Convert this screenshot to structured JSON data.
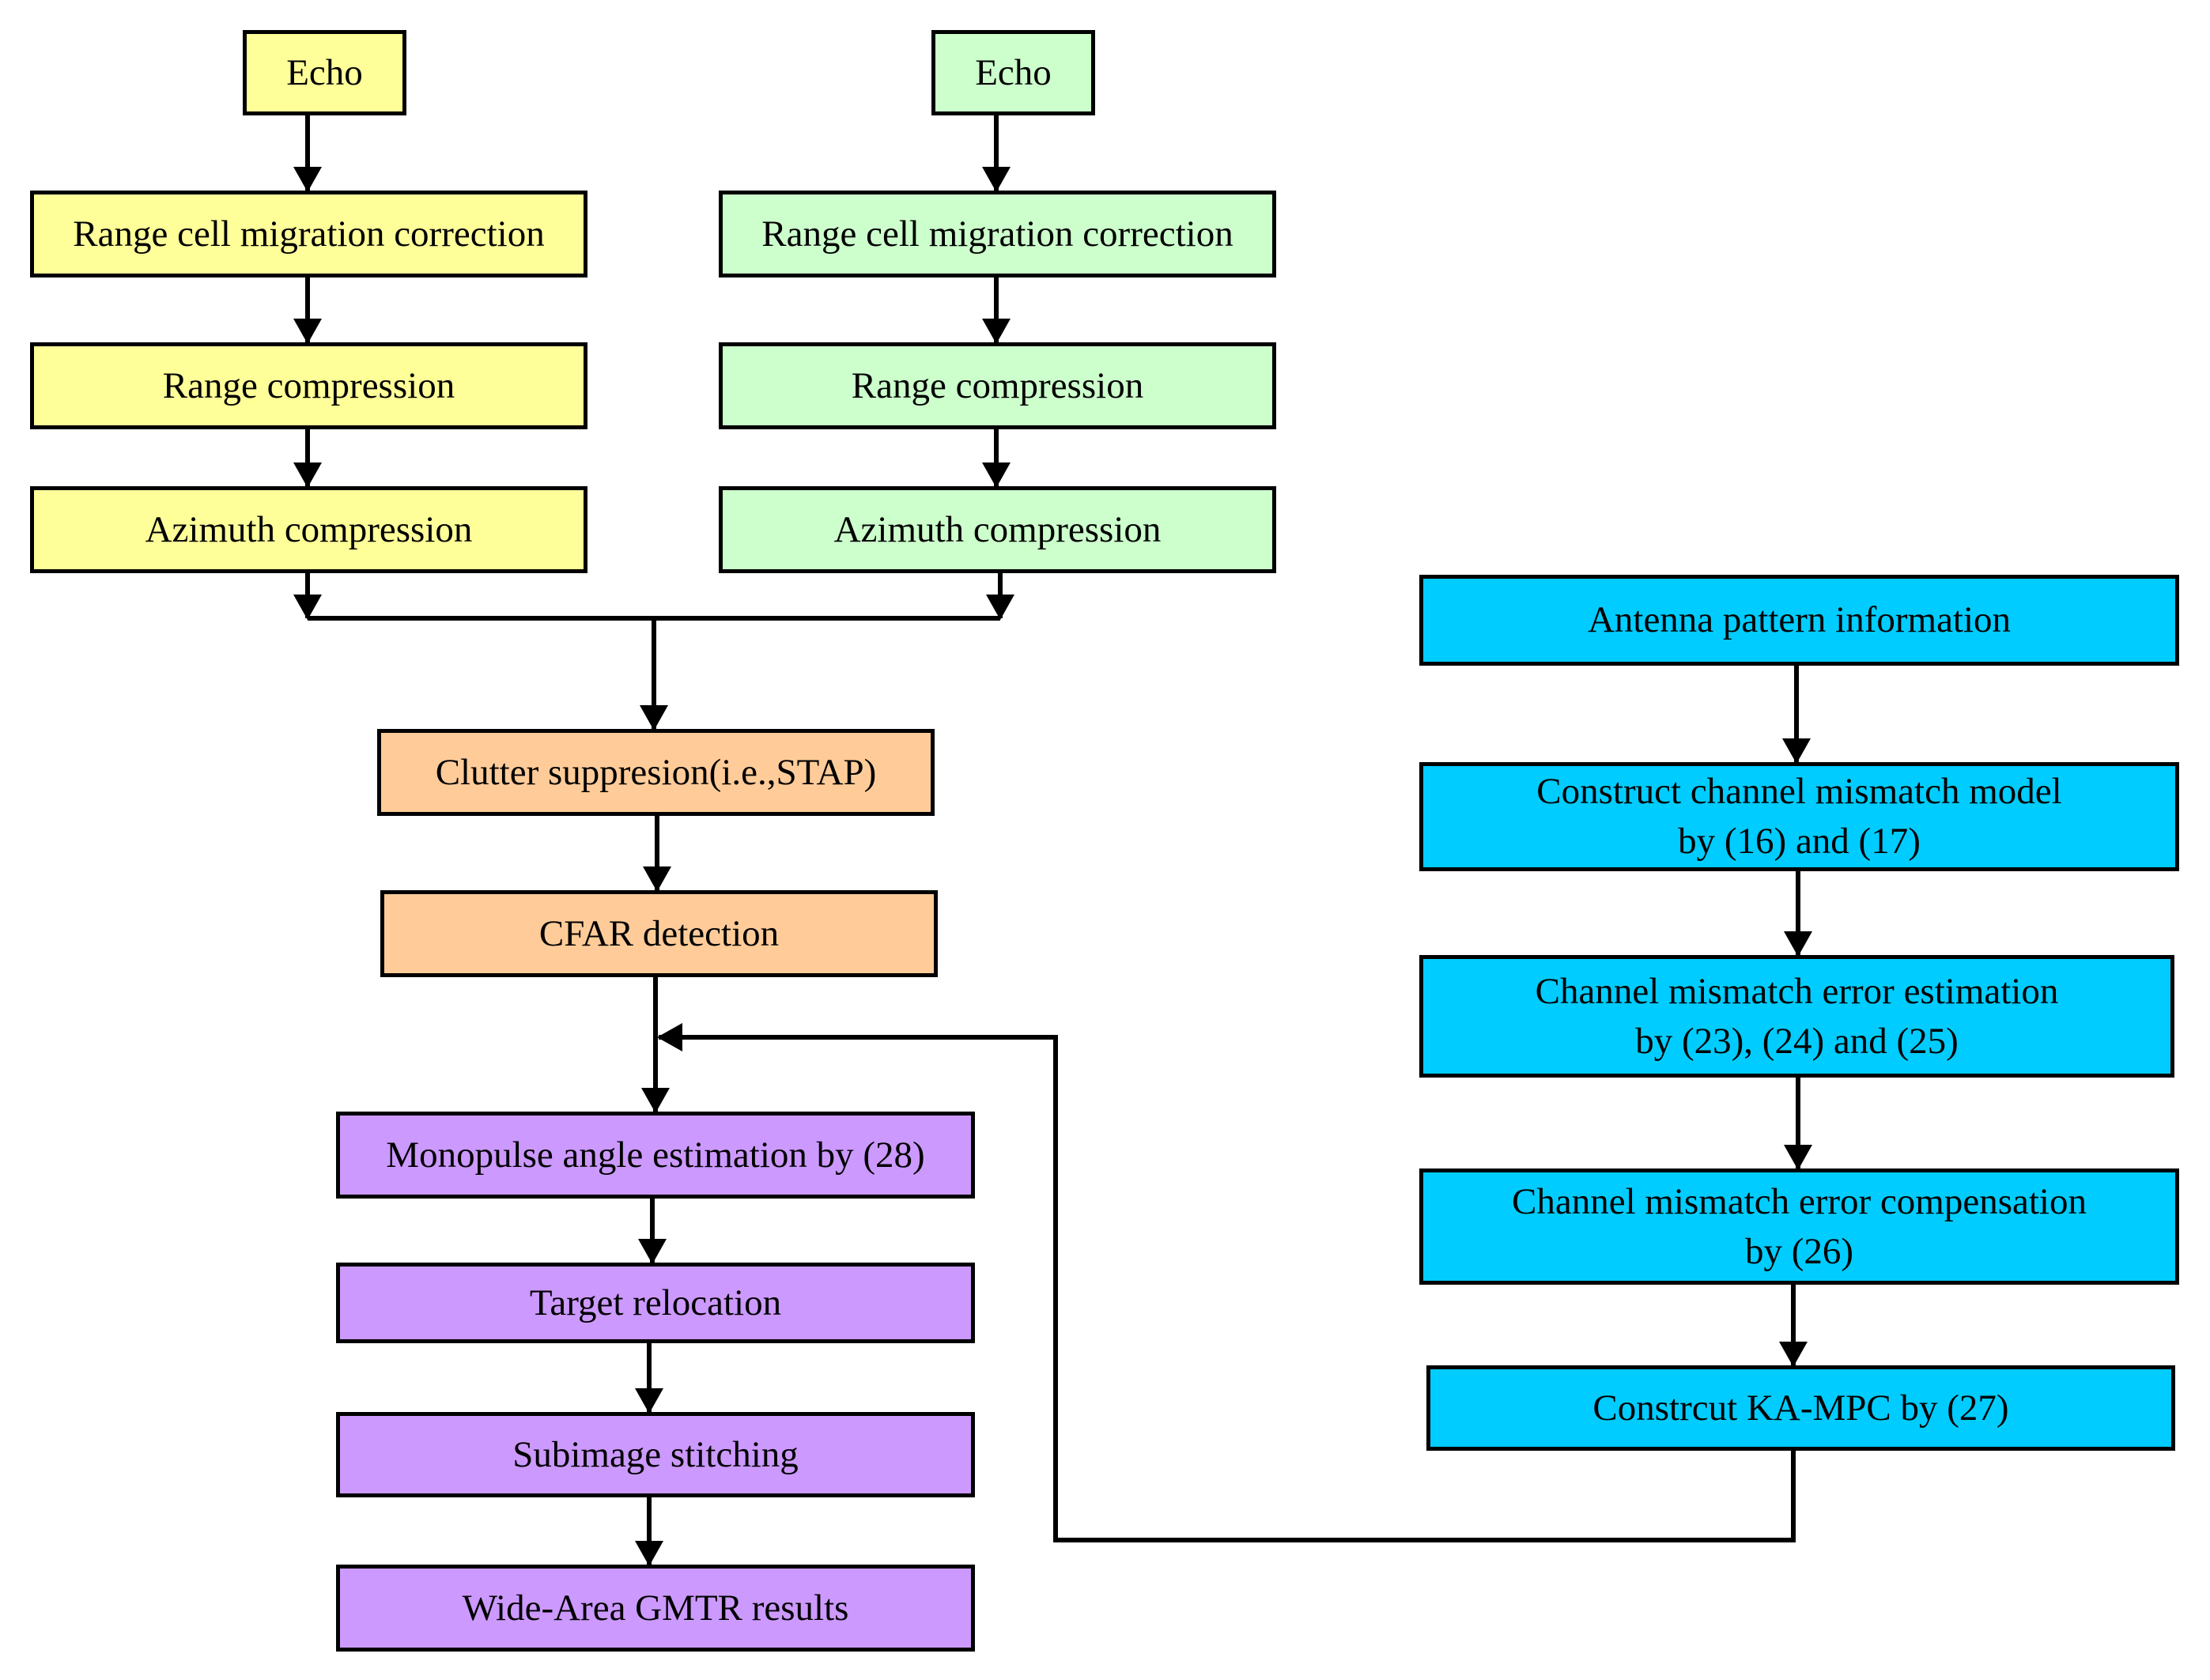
{
  "colors": {
    "left_chain": "#ffff99",
    "right_chain": "#ccffcc",
    "detection": "#ffcc99",
    "relocation": "#cc99ff",
    "compensation": "#00ccff",
    "line": "#000000"
  },
  "left_chain": {
    "echo": "Echo",
    "rcmc": "Range cell migration correction",
    "range_compression": "Range compression",
    "azimuth_compression": "Azimuth compression"
  },
  "right_chain": {
    "echo": "Echo",
    "rcmc": "Range cell migration correction",
    "range_compression": "Range compression",
    "azimuth_compression": "Azimuth compression"
  },
  "detection": {
    "clutter_suppression": "Clutter suppresion(i.e.,STAP)",
    "cfar": "CFAR detection"
  },
  "relocation": {
    "monopulse": "Monopulse angle estimation by (28)",
    "target_relocation": "Target relocation",
    "stitching": "Subimage stitching",
    "results": "Wide-Area GMTR results"
  },
  "compensation": {
    "antenna": "Antenna pattern information",
    "mismatch_model_line1": "Construct channel mismatch model",
    "mismatch_model_line2": "by (16) and (17)",
    "error_estimation_line1": "Channel mismatch error estimation",
    "error_estimation_line2": "by (23), (24) and (25)",
    "error_compensation_line1": "Channel mismatch error compensation",
    "error_compensation_line2": "by (26)",
    "ka_mpc": "Constrcut KA-MPC by (27)"
  }
}
